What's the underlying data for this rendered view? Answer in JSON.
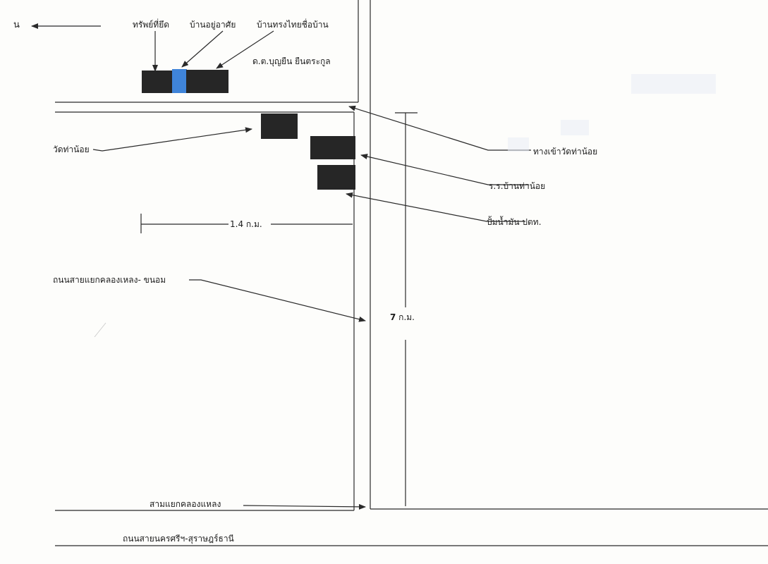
{
  "compass": {
    "north_label": "น"
  },
  "labels": {
    "seized_property": "ทรัพย์ที่ยึด",
    "residence": "บ้านอยู่อาศัย",
    "thai_house": "บ้านทรงไทยชื่อบ้าน",
    "owner": "ด.ต.บุญยืน ยืนตระกูล",
    "temple": "วัดท่าน้อย",
    "temple_entrance": "ทางเข้าวัดท่าน้อย",
    "school": "ร.ร.บ้านท่าน้อย",
    "gas_station": "ปั้มน้ำมัน ปตท.",
    "distance_short": "1.4 ก.ม.",
    "road_klonglaeng_khanom": "ถนนสายแยกคลองเหลง- ขนอม",
    "distance_long_num": "7",
    "distance_long_unit": " ก.ม.",
    "junction": "สามแยกคลองแหลง",
    "main_road": "ถนนสายนครศรีฯ-สุราษฎร์ธานี"
  },
  "colors": {
    "building": "#262626",
    "residence_highlight": "#3f84d9",
    "line": "#2a2a2a"
  }
}
